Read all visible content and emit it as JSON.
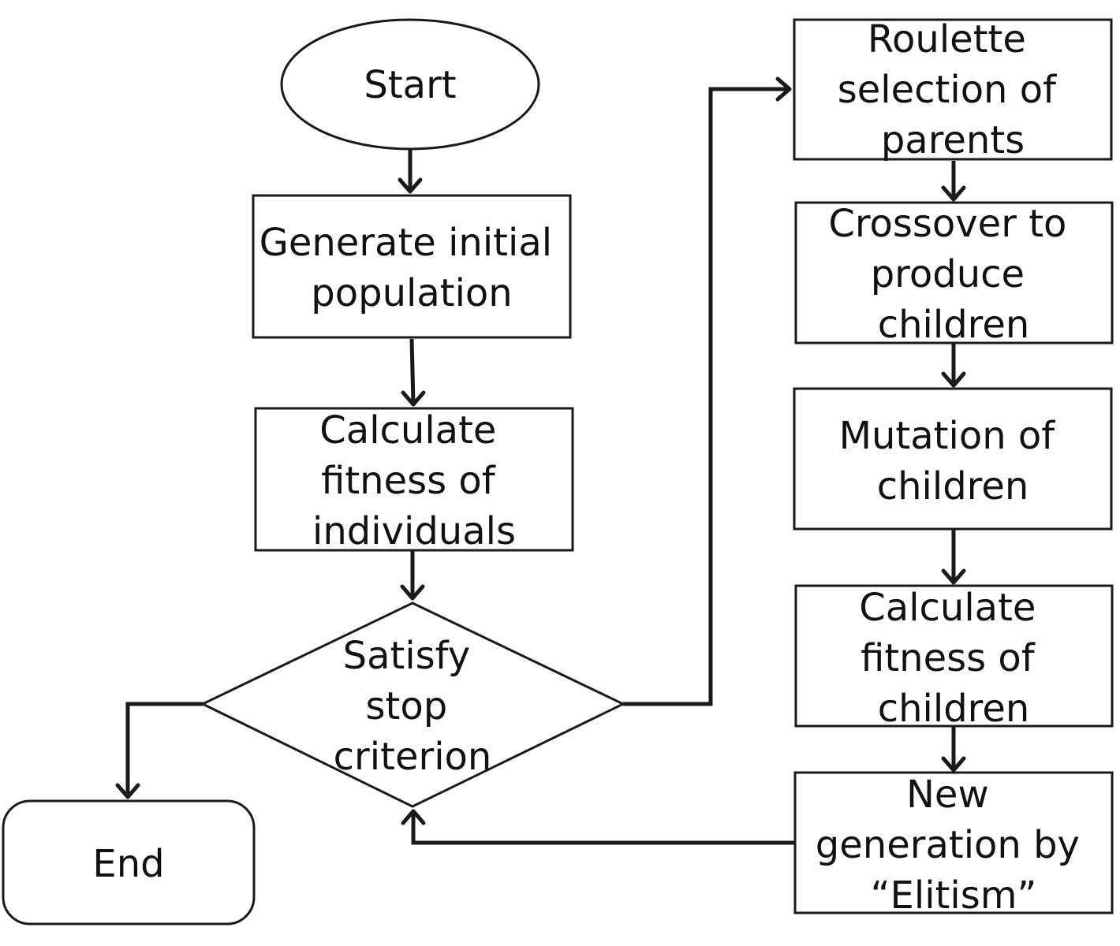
{
  "nodes": {
    "start": {
      "lines": [
        "Start"
      ]
    },
    "generate": {
      "lines": [
        "Generate initial",
        "population"
      ]
    },
    "calc_individuals": {
      "lines": [
        "Calculate",
        "fitness of",
        "individuals"
      ]
    },
    "decision": {
      "lines": [
        "Satisfy",
        "stop",
        "criterion"
      ]
    },
    "end": {
      "lines": [
        "End"
      ]
    },
    "roulette": {
      "lines": [
        "Roulette",
        "selection of",
        "parents"
      ]
    },
    "crossover": {
      "lines": [
        "Crossover to",
        "produce",
        "children"
      ]
    },
    "mutation": {
      "lines": [
        "Mutation of",
        "children"
      ]
    },
    "calc_children": {
      "lines": [
        "Calculate",
        "fitness of",
        "children"
      ]
    },
    "new_generation": {
      "lines": [
        "New",
        "generation by",
        "“Elitism”"
      ]
    }
  },
  "colors": {
    "stroke": "#1a1a1a",
    "fill": "#ffffff",
    "text": "#111111"
  }
}
